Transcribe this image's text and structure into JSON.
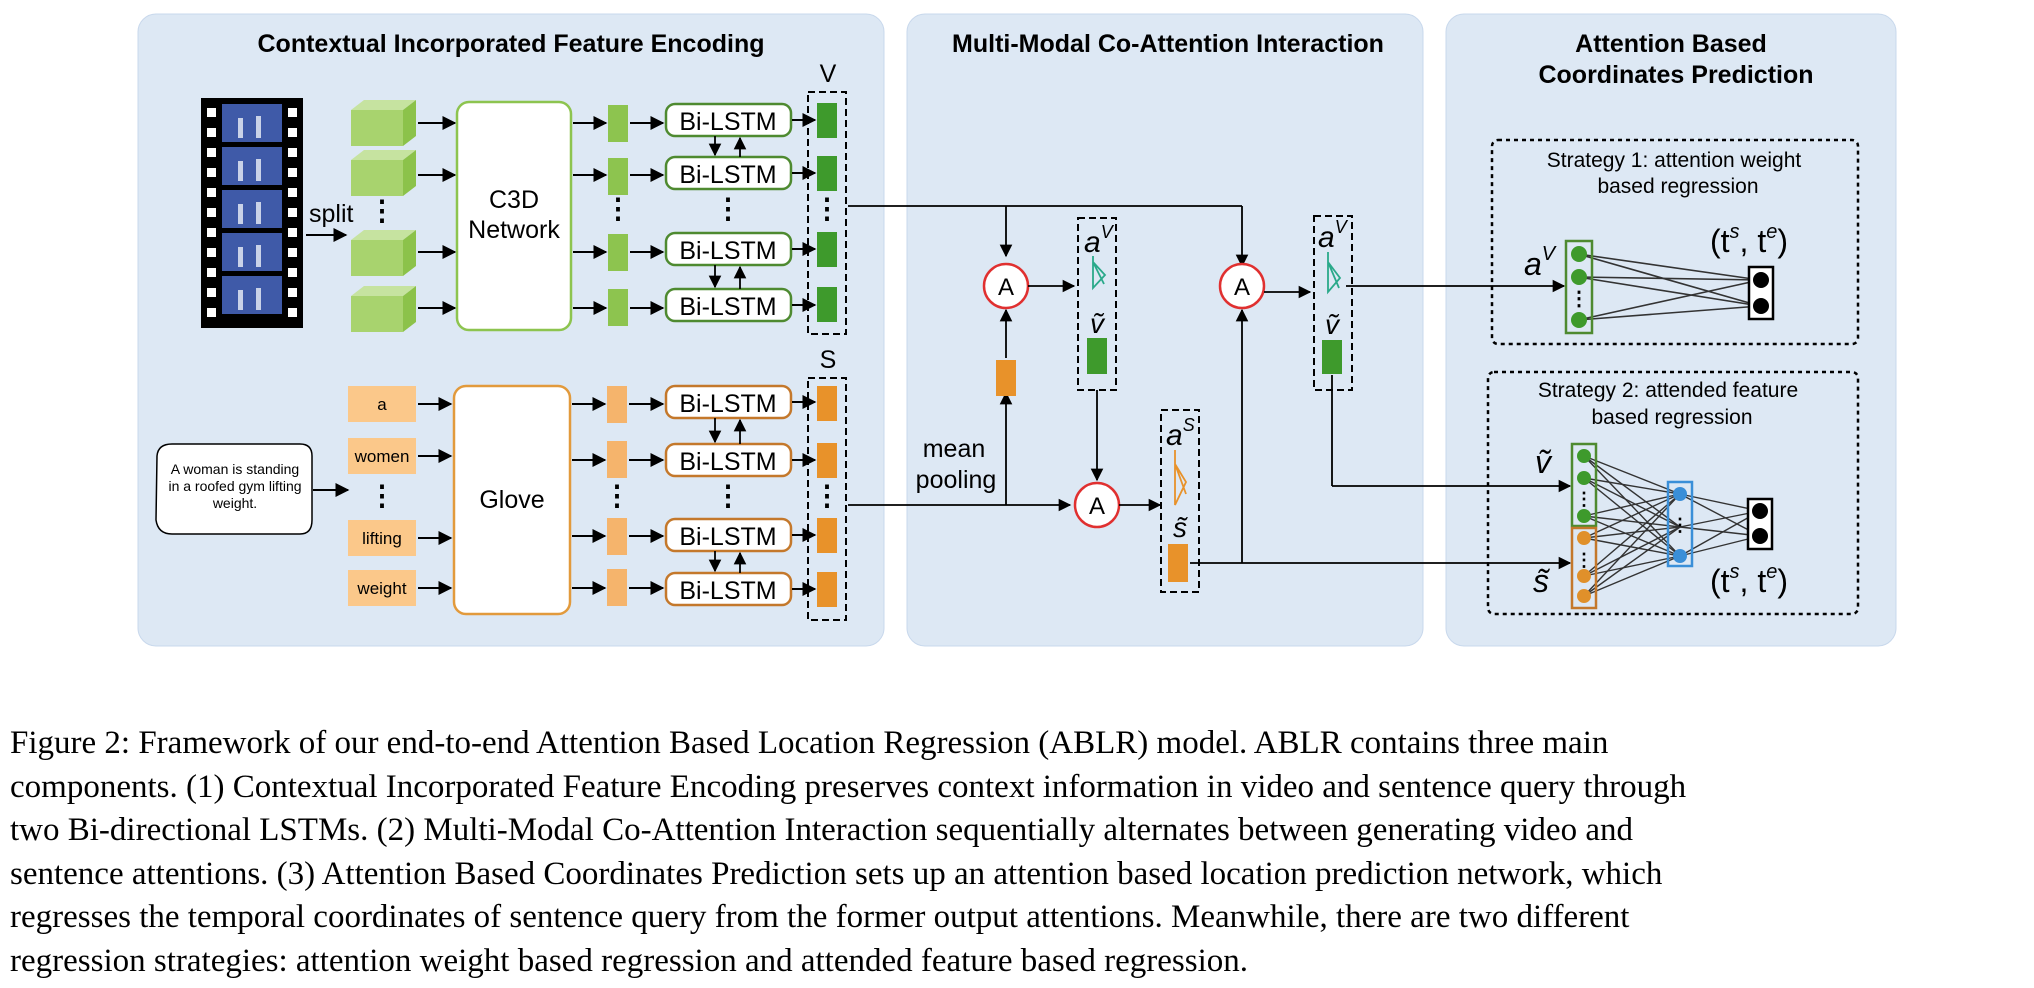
{
  "figure": {
    "panel1_title": "Contextual Incorporated Feature Encoding",
    "panel2_title": "Multi-Modal Co-Attention Interaction",
    "panel3_title_line1": "Attention Based",
    "panel3_title_line2": "Coordinates Prediction",
    "split_label": "split",
    "c3d_line1": "C3D",
    "c3d_line2": "Network",
    "glove_label": "Glove",
    "bilstm_label": "Bi-LSTM",
    "v_label": "V",
    "s_label": "S",
    "sentence_line1": "A woman is standing",
    "sentence_line2": "in a roofed gym lifting",
    "sentence_line3": "weight.",
    "words": [
      "a",
      "women",
      "lifting",
      "weight"
    ],
    "mean_pooling_line1": "mean",
    "mean_pooling_line2": "pooling",
    "attention_label": "A",
    "a_v": "a",
    "a_v_sup": "V",
    "a_s": "a",
    "a_s_sup": "S",
    "v_tilde": "ṽ",
    "s_tilde": "s̃",
    "strategy1_line1": "Strategy 1: attention weight",
    "strategy1_line2": "based regression",
    "strategy2_line1": "Strategy 2: attended feature",
    "strategy2_line2": "based regression",
    "coords": "(t",
    "coords_s": "s",
    "coords_mid": ", t",
    "coords_e": "e",
    "coords_end": ")",
    "ellipsis": "⋮"
  },
  "caption": {
    "line1": "Figure 2: Framework of our end-to-end Attention Based Location Regression (ABLR) model. ABLR contains three main",
    "line2": "components. (1) Contextual Incorporated Feature Encoding preserves context information in video and sentence query through",
    "line3": "two Bi-directional LSTMs. (2) Multi-Modal Co-Attention Interaction sequentially alternates between generating video and",
    "line4": "sentence attentions. (3) Attention Based Coordinates Prediction sets up an attention based location prediction network, which",
    "line5": "regresses the temporal coordinates of sentence query from the former output attentions. Meanwhile, there are two different",
    "line6": "regression strategies: attention weight based regression and attended feature based regression."
  }
}
